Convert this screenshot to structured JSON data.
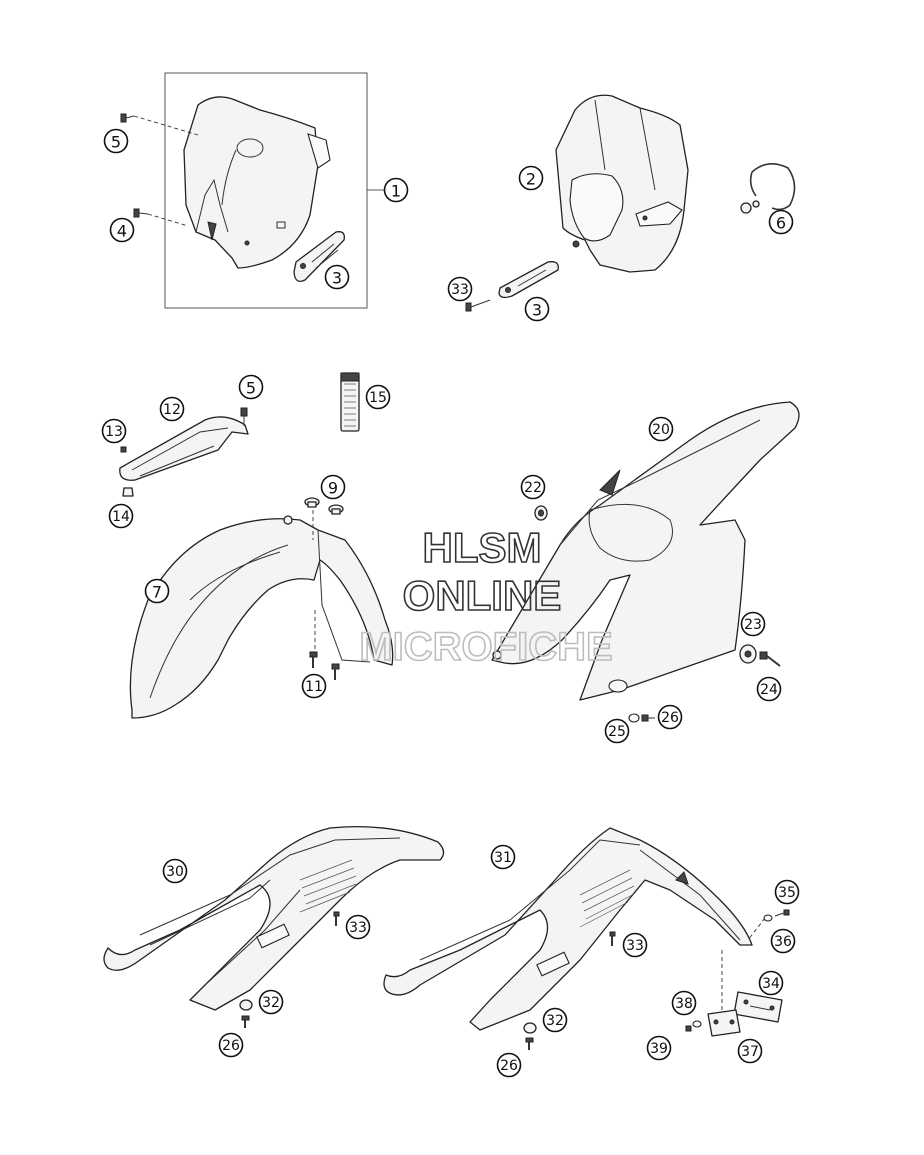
{
  "watermark": {
    "line1": "HLSM",
    "line2": "ONLINE",
    "line3": "MICROFICHE"
  },
  "callouts": [
    {
      "id": "c-1",
      "label": "1"
    },
    {
      "id": "c-2",
      "label": "2"
    },
    {
      "id": "c-3a",
      "label": "3"
    },
    {
      "id": "c-3b",
      "label": "3"
    },
    {
      "id": "c-4",
      "label": "4"
    },
    {
      "id": "c-5a",
      "label": "5"
    },
    {
      "id": "c-5b",
      "label": "5"
    },
    {
      "id": "c-6",
      "label": "6"
    },
    {
      "id": "c-7",
      "label": "7"
    },
    {
      "id": "c-9",
      "label": "9"
    },
    {
      "id": "c-11",
      "label": "11"
    },
    {
      "id": "c-12",
      "label": "12"
    },
    {
      "id": "c-13",
      "label": "13"
    },
    {
      "id": "c-14",
      "label": "14"
    },
    {
      "id": "c-15",
      "label": "15"
    },
    {
      "id": "c-20",
      "label": "20"
    },
    {
      "id": "c-22",
      "label": "22"
    },
    {
      "id": "c-23",
      "label": "23"
    },
    {
      "id": "c-24",
      "label": "24"
    },
    {
      "id": "c-25",
      "label": "25"
    },
    {
      "id": "c-26a",
      "label": "26"
    },
    {
      "id": "c-26b",
      "label": "26"
    },
    {
      "id": "c-26c",
      "label": "26"
    },
    {
      "id": "c-30",
      "label": "30"
    },
    {
      "id": "c-31",
      "label": "31"
    },
    {
      "id": "c-32a",
      "label": "32"
    },
    {
      "id": "c-32b",
      "label": "32"
    },
    {
      "id": "c-33a",
      "label": "33"
    },
    {
      "id": "c-33b",
      "label": "33"
    },
    {
      "id": "c-33c",
      "label": "33"
    },
    {
      "id": "c-34",
      "label": "34"
    },
    {
      "id": "c-35",
      "label": "35"
    },
    {
      "id": "c-36",
      "label": "36"
    },
    {
      "id": "c-37",
      "label": "37"
    },
    {
      "id": "c-38",
      "label": "38"
    },
    {
      "id": "c-39",
      "label": "39"
    }
  ]
}
